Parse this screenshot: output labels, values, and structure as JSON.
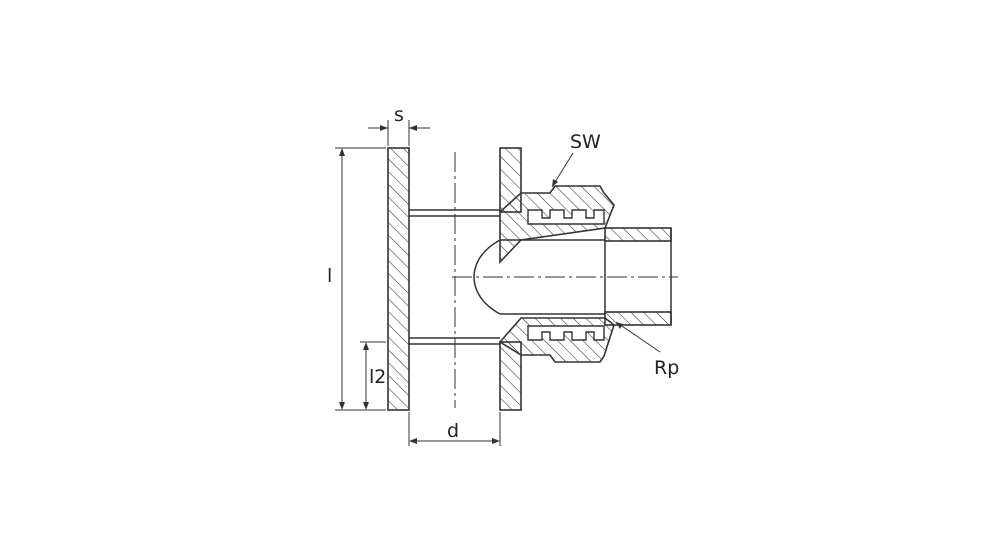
{
  "diagram": {
    "labels": {
      "s": "s",
      "sw": "SW",
      "l": "l",
      "l2": "l2",
      "d": "d",
      "rp": "Rp"
    },
    "colors": {
      "line": "#333333",
      "background": "#ffffff"
    }
  }
}
